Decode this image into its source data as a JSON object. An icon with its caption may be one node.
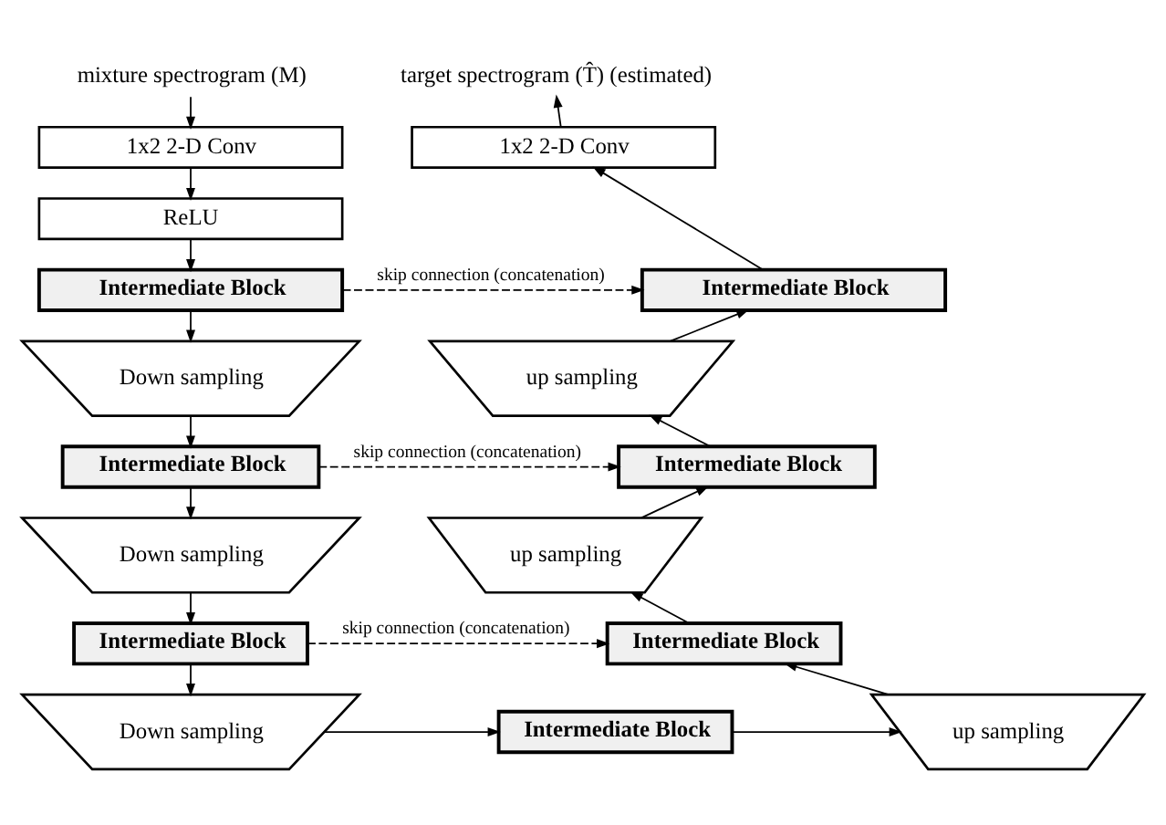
{
  "diagram": {
    "nodes": [
      {
        "text": [
          "mixture spectrogram (M)"
        ]
      },
      {
        "text": [
          "target spectrogram (T̂) (estimated)"
        ]
      },
      {
        "text": [
          "1x2 2-D Conv"
        ]
      },
      {
        "text": [
          "1x2 2-D Conv"
        ]
      },
      {
        "text": [
          "ReLU"
        ]
      },
      {
        "text": [
          "Intermediate Block"
        ]
      },
      {
        "text": [
          "Intermediate Block"
        ]
      },
      {
        "text": [
          "Down sampling"
        ]
      },
      {
        "text": [
          "up sampling"
        ]
      },
      {
        "text": [
          "Intermediate Block"
        ]
      },
      {
        "text": [
          "Intermediate Block"
        ]
      },
      {
        "text": [
          "Down sampling"
        ]
      },
      {
        "text": [
          "up sampling"
        ]
      },
      {
        "text": [
          "Intermediate Block"
        ]
      },
      {
        "text": [
          "Intermediate Block"
        ]
      },
      {
        "text": [
          "Down sampling"
        ]
      },
      {
        "text": [
          "Intermediate Block"
        ]
      },
      {
        "text": [
          "up sampling"
        ]
      }
    ],
    "edges": [
      {
        "from": 0,
        "to": 2,
        "arrow": "to"
      },
      {
        "from": 2,
        "to": 4,
        "arrow": "to"
      },
      {
        "from": 4,
        "to": 5,
        "arrow": "to"
      },
      {
        "from": 5,
        "to": 7,
        "arrow": "to"
      },
      {
        "from": 7,
        "to": 9,
        "arrow": "to"
      },
      {
        "from": 9,
        "to": 11,
        "arrow": "to"
      },
      {
        "from": 11,
        "to": 13,
        "arrow": "to"
      },
      {
        "from": 13,
        "to": 15,
        "arrow": "to"
      },
      {
        "from": 15,
        "to": 16,
        "arrow": "to"
      },
      {
        "from": 16,
        "to": 17,
        "arrow": "to"
      },
      {
        "from": 17,
        "to": 14,
        "arrow": "to"
      },
      {
        "from": 14,
        "to": 12,
        "arrow": "to"
      },
      {
        "from": 12,
        "to": 10,
        "arrow": "to"
      },
      {
        "from": 10,
        "to": 8,
        "arrow": "to"
      },
      {
        "from": 8,
        "to": 6,
        "arrow": "to"
      },
      {
        "from": 6,
        "to": 3,
        "arrow": "to"
      },
      {
        "from": 3,
        "to": 1,
        "arrow": "to"
      },
      {
        "from": 5,
        "to": 6,
        "arrow": "to",
        "style": "dashed",
        "label": "skip connection (concatenation)"
      },
      {
        "from": 9,
        "to": 10,
        "arrow": "to",
        "style": "dashed",
        "label": "skip connection (concatenation)"
      },
      {
        "from": 13,
        "to": 14,
        "arrow": "to",
        "style": "dashed",
        "label": "skip connection (concatenation)"
      }
    ]
  }
}
